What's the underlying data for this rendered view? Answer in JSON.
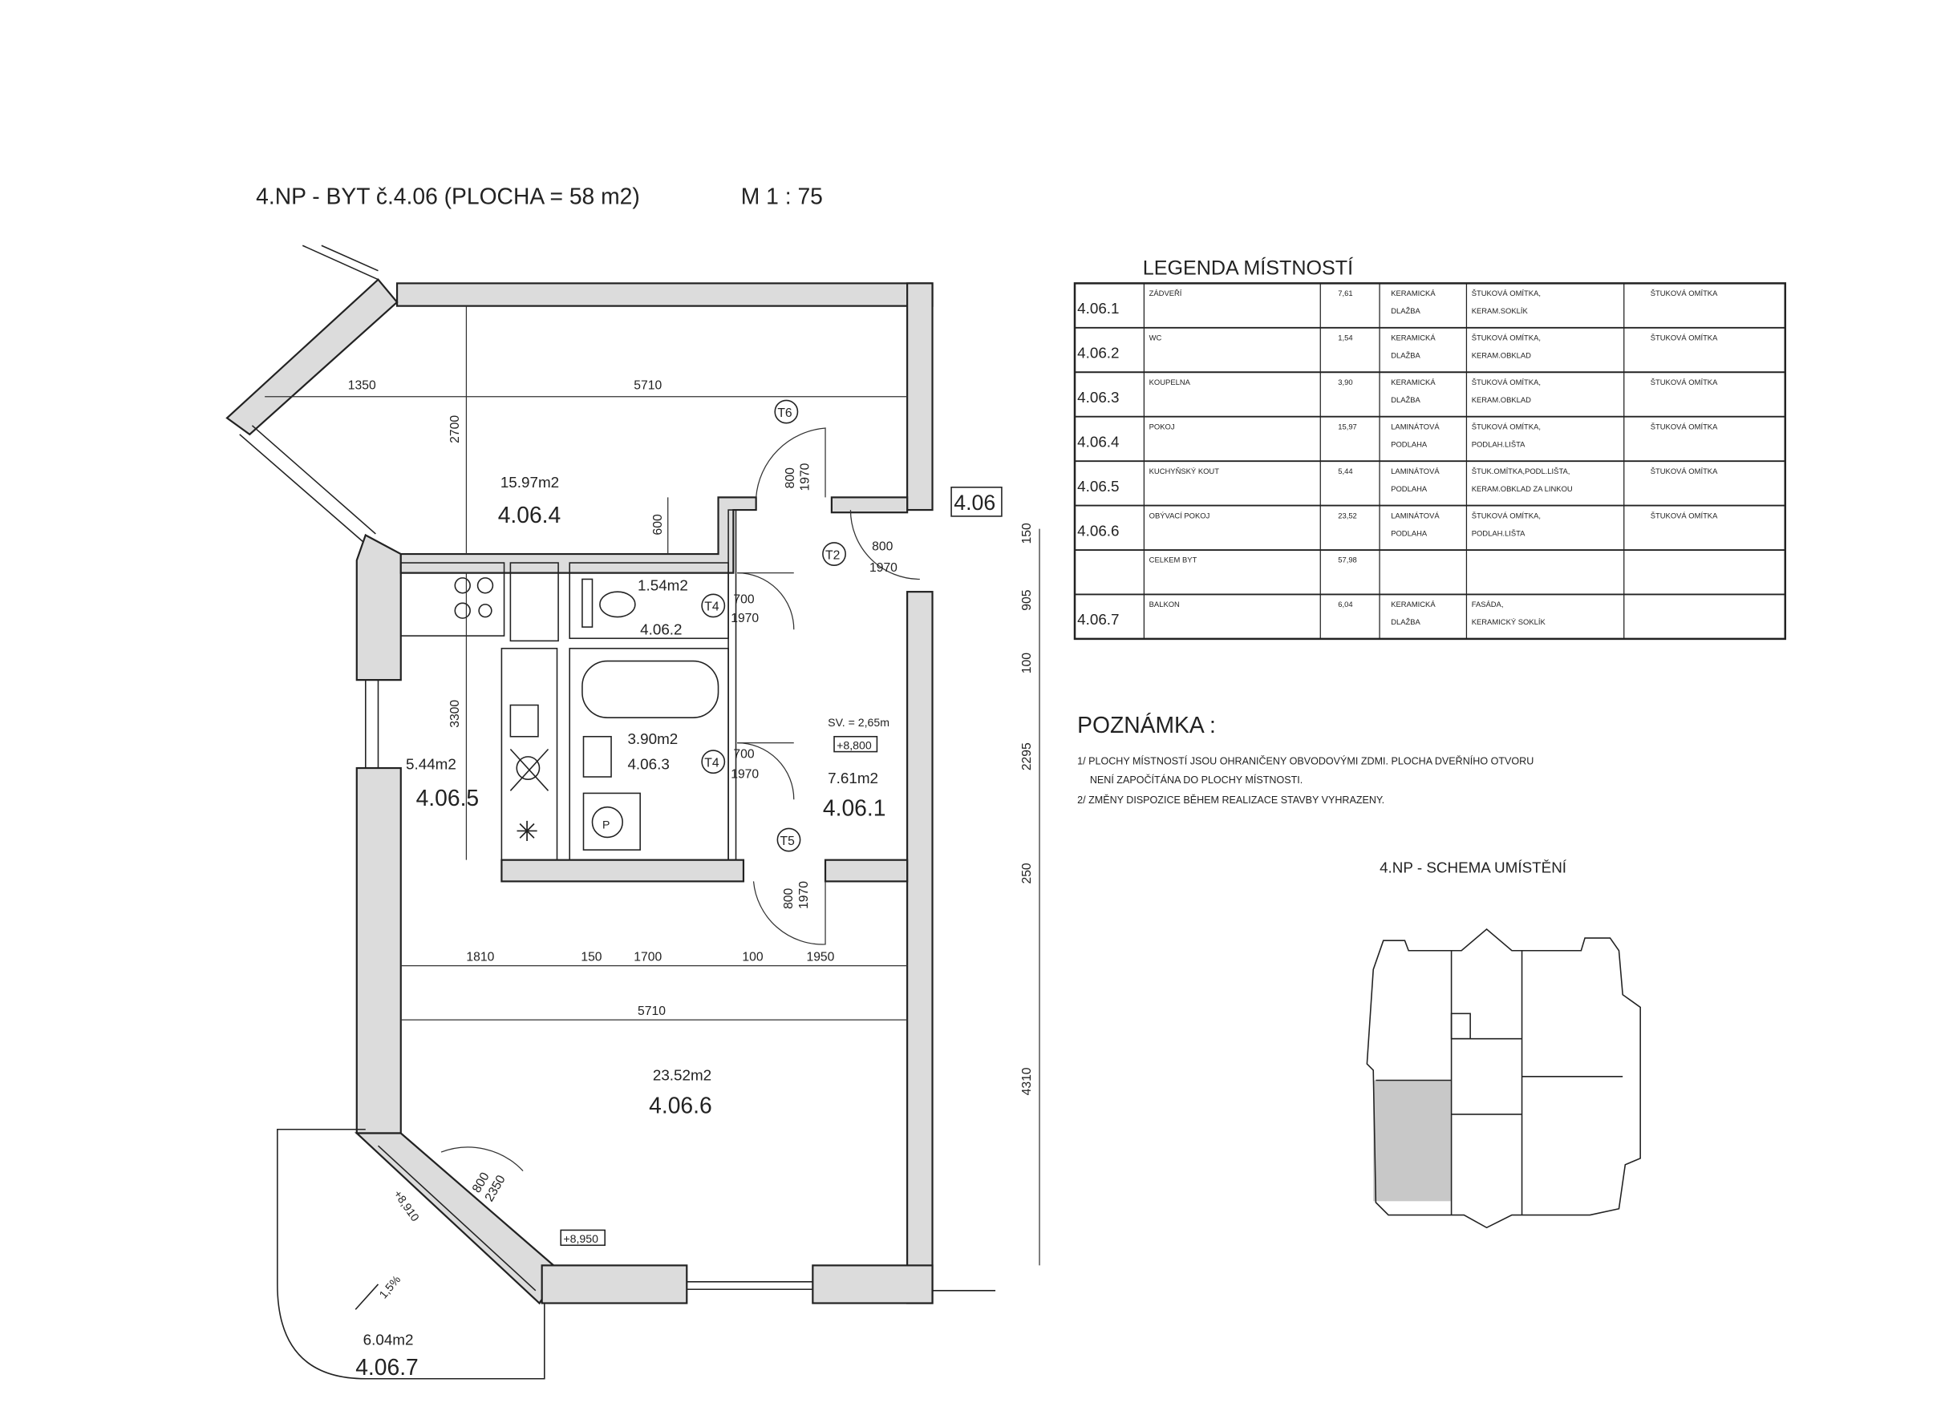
{
  "header": {
    "title": "4.NP - BYT č.4.06 (PLOCHA = 58 m2)",
    "scale": "M 1 : 75"
  },
  "plan": {
    "unit_tag": "4.06",
    "rooms": [
      {
        "area": "15.97m2",
        "number": "4.06.4"
      },
      {
        "area": "1.54m2",
        "number": "4.06.2"
      },
      {
        "area": "3.90m2",
        "number": "4.06.3"
      },
      {
        "area": "5.44m2",
        "number": "4.06.5"
      },
      {
        "area": "7.61m2",
        "number": "4.06.1"
      },
      {
        "area": "23.52m2",
        "number": "4.06.6"
      },
      {
        "area": "6.04m2",
        "number": "4.06.7"
      }
    ],
    "doors": [
      {
        "tag": "T6",
        "width": "800",
        "height": "1970"
      },
      {
        "tag": "T2",
        "width": "800",
        "height": "1970"
      },
      {
        "tag": "T4",
        "width": "700",
        "height": "1970"
      },
      {
        "tag": "T4",
        "width": "700",
        "height": "1970"
      },
      {
        "tag": "T5",
        "width": "800",
        "height": "1970"
      },
      {
        "tag": "",
        "width": "800",
        "height": "2350"
      }
    ],
    "dimensions": {
      "top_left": "1350",
      "top": "5710",
      "room4_height": "2700",
      "step": "600",
      "kitchen_height": "3300",
      "row": [
        "1810",
        "150",
        "1700",
        "100",
        "1950"
      ],
      "living_width": "5710",
      "right": [
        "150",
        "905",
        "100",
        "2295",
        "250",
        "4310"
      ]
    },
    "hall_height": "SV. = 2,65m",
    "levels": {
      "hall": "+8,800",
      "balcony_door": "+8,910",
      "living_window": "+8,950"
    },
    "slope": "1,5%"
  },
  "legend": {
    "title": "LEGENDA MÍSTNOSTÍ",
    "rows": [
      {
        "id": "4.06.1",
        "name": "ZÁDVEŘÍ",
        "area": "7,61",
        "floor": [
          "KERAMICKÁ",
          "DLAŽBA"
        ],
        "walls": [
          "ŠTUKOVÁ OMÍTKA,",
          "KERAM.SOKLÍK"
        ],
        "ceiling": "ŠTUKOVÁ OMÍTKA"
      },
      {
        "id": "4.06.2",
        "name": "WC",
        "area": "1,54",
        "floor": [
          "KERAMICKÁ",
          "DLAŽBA"
        ],
        "walls": [
          "ŠTUKOVÁ OMÍTKA,",
          "KERAM.OBKLAD"
        ],
        "ceiling": "ŠTUKOVÁ OMÍTKA"
      },
      {
        "id": "4.06.3",
        "name": "KOUPELNA",
        "area": "3,90",
        "floor": [
          "KERAMICKÁ",
          "DLAŽBA"
        ],
        "walls": [
          "ŠTUKOVÁ OMÍTKA,",
          "KERAM.OBKLAD"
        ],
        "ceiling": "ŠTUKOVÁ OMÍTKA"
      },
      {
        "id": "4.06.4",
        "name": "POKOJ",
        "area": "15,97",
        "floor": [
          "LAMINÁTOVÁ",
          "PODLAHA"
        ],
        "walls": [
          "ŠTUKOVÁ OMÍTKA,",
          "PODLAH.LIŠTA"
        ],
        "ceiling": "ŠTUKOVÁ OMÍTKA"
      },
      {
        "id": "4.06.5",
        "name": "KUCHYŇSKÝ KOUT",
        "area": "5,44",
        "floor": [
          "LAMINÁTOVÁ",
          "PODLAHA"
        ],
        "walls": [
          "ŠTUK.OMÍTKA,PODL.LIŠTA,",
          "KERAM.OBKLAD ZA LINKOU"
        ],
        "ceiling": "ŠTUKOVÁ OMÍTKA"
      },
      {
        "id": "4.06.6",
        "name": "OBÝVACÍ POKOJ",
        "area": "23,52",
        "floor": [
          "LAMINÁTOVÁ",
          "PODLAHA"
        ],
        "walls": [
          "ŠTUKOVÁ OMÍTKA,",
          "PODLAH.LIŠTA"
        ],
        "ceiling": "ŠTUKOVÁ OMÍTKA"
      },
      {
        "id": "",
        "name": "CELKEM BYT",
        "area": "57,98",
        "floor": [
          "",
          ""
        ],
        "walls": [
          "",
          ""
        ],
        "ceiling": ""
      },
      {
        "id": "4.06.7",
        "name": "BALKON",
        "area": "6,04",
        "floor": [
          "KERAMICKÁ",
          "DLAŽBA"
        ],
        "walls": [
          "FASÁDA,",
          "KERAMICKÝ SOKLÍK"
        ],
        "ceiling": ""
      }
    ]
  },
  "notes": {
    "title": "POZNÁMKA :",
    "lines": [
      "1/ PLOCHY MÍSTNOSTÍ JSOU OHRANIČENY OBVODOVÝMI ZDMI. PLOCHA DVEŘNÍHO OTVORU",
      "NENÍ ZAPOČÍTÁNA DO PLOCHY MÍSTNOSTI.",
      "2/ ZMĚNY DISPOZICE BĚHEM REALIZACE STAVBY VYHRAZENY."
    ]
  },
  "schema": {
    "title": "4.NP - SCHEMA UMÍSTĚNÍ"
  }
}
